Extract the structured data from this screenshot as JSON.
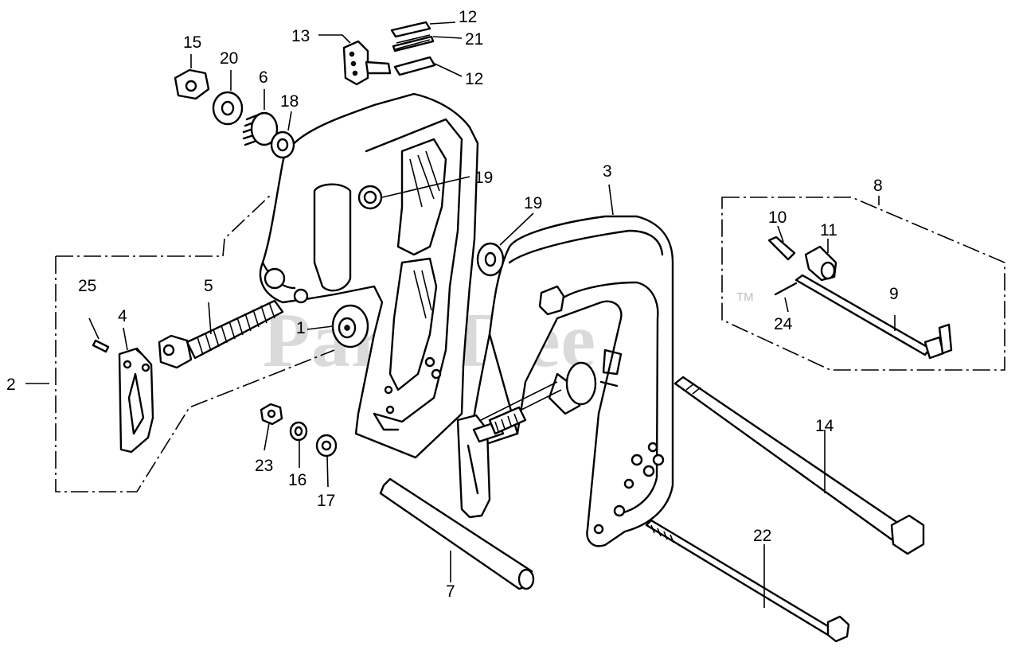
{
  "watermark": {
    "text": "PartsTree",
    "trademark": "TM"
  },
  "callouts": {
    "c1": "1",
    "c2": "2",
    "c3": "3",
    "c4": "4",
    "c5": "5",
    "c6": "6",
    "c7": "7",
    "c8": "8",
    "c9": "9",
    "c10": "10",
    "c11": "11",
    "c12a": "12",
    "c12b": "12",
    "c13": "13",
    "c14": "14",
    "c15": "15",
    "c16": "16",
    "c17": "17",
    "c18": "18",
    "c19a": "19",
    "c19b": "19",
    "c20": "20",
    "c21": "21",
    "c22": "22",
    "c23": "23",
    "c24": "24",
    "c25": "25"
  }
}
